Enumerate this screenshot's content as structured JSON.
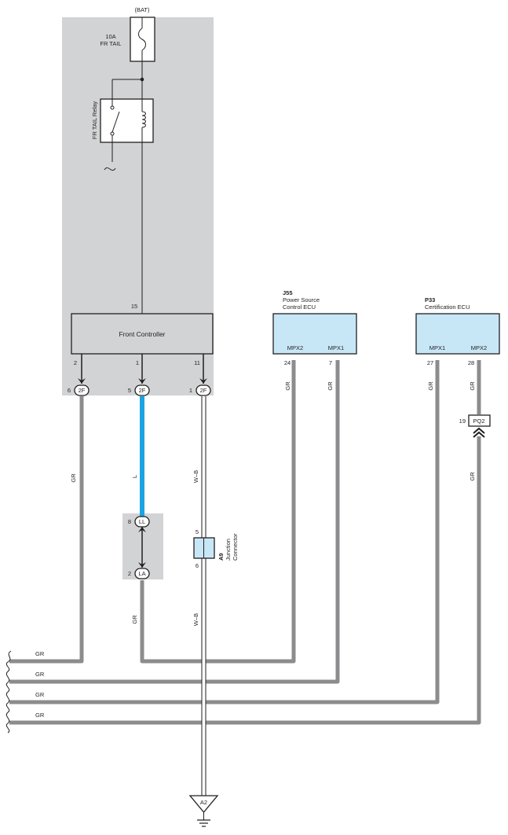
{
  "colors": {
    "panel_bg": "#d2d3d5",
    "wire_gr": "#8c8c8e",
    "wire_l": "#1ba4e3",
    "ecu_fill": "#c7e7f7",
    "junction_fill": "#c7e7f7"
  },
  "power": {
    "bat_label": "(BAT)",
    "fuse_rating": "10A",
    "fuse_name": "FR TAIL",
    "relay_label": "FR TAIL Relay"
  },
  "front_controller": {
    "title": "Front Controller",
    "pin_top": "15",
    "pins": [
      "2",
      "1",
      "11"
    ]
  },
  "connectors_2f": [
    {
      "pin": "6",
      "id": "2F"
    },
    {
      "pin": "5",
      "id": "2F"
    },
    {
      "pin": "1",
      "id": "2F"
    }
  ],
  "power_source_ecu": {
    "code": "J55",
    "name_line1": "Power Source",
    "name_line2": "Control ECU",
    "terminals": [
      "MPX2",
      "MPX1"
    ],
    "pins": [
      "24",
      "7"
    ]
  },
  "certification_ecu": {
    "code": "P33",
    "name": "Certification ECU",
    "terminals": [
      "MPX1",
      "MPX2"
    ],
    "pins": [
      "27",
      "28"
    ]
  },
  "connector_pq2": {
    "pin": "19",
    "id": "PQ2"
  },
  "connector_ll": {
    "pin": "8",
    "id": "LL"
  },
  "connector_la": {
    "pin": "2",
    "id": "LA"
  },
  "junction": {
    "code": "A9",
    "line1": "Junction",
    "line2": "Connector",
    "pin_top": "5",
    "pin_bottom": "6"
  },
  "ground": {
    "id": "A2"
  },
  "wire_labels": {
    "gr": "GR",
    "l": "L",
    "wb": "W–B"
  }
}
